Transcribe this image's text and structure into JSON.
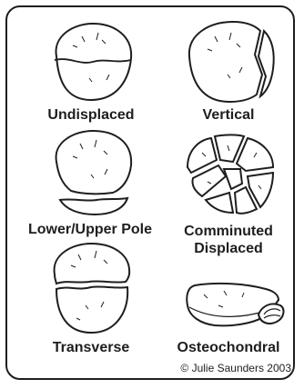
{
  "labels": {
    "undisplaced": "Undisplaced",
    "vertical": "Vertical",
    "lower_upper_pole": "Lower/Upper Pole",
    "comminuted_line1": "Comminuted",
    "comminuted_line2": "Displaced",
    "transverse": "Transverse",
    "osteochondral": "Osteochondral"
  },
  "credit": "© Julie Saunders 2003",
  "colors": {
    "ink": "#1e1e1e",
    "background": "#ffffff"
  }
}
